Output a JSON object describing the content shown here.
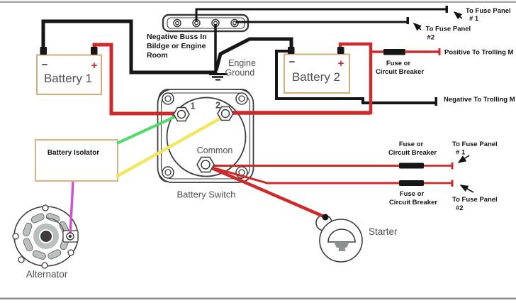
{
  "colors": {
    "wire_red": "#cf2a2a",
    "wire_black": "#161616",
    "wire_green": "#55d96a",
    "wire_yellow": "#f2e85f",
    "wire_magenta": "#cf52cf",
    "box_border": "#d2ac7c",
    "outline": "#3d3d3d",
    "label_gray": "#4f4f4f",
    "text_black": "#131313",
    "page_line_top": "#a8a8a8",
    "page_line_bottom": "#8d8d8d"
  },
  "labels": {
    "battery1": "Battery 1",
    "battery2": "Battery 2",
    "minus": "−",
    "plus": "+",
    "buss1": "Negative Buss In",
    "buss2": "Bildge or Engine",
    "buss3": "Room",
    "engine1": "Engine",
    "engine2": "Ground",
    "t1": "1",
    "t2": "2",
    "common": "Common",
    "battery_switch": "Battery Switch",
    "battery_isolator": "Battery Isolator",
    "alternator": "Alternator",
    "starter": "Starter",
    "fuse_or": "Fuse or",
    "circuit_breaker": "Circuit Breaker",
    "to_fuse_panel": "To Fuse Panel",
    "num1": "# 1",
    "num2": "#2",
    "positive_trolling": "Positive To Trolling M",
    "negative_trolling": "Negative To Trolling M"
  }
}
